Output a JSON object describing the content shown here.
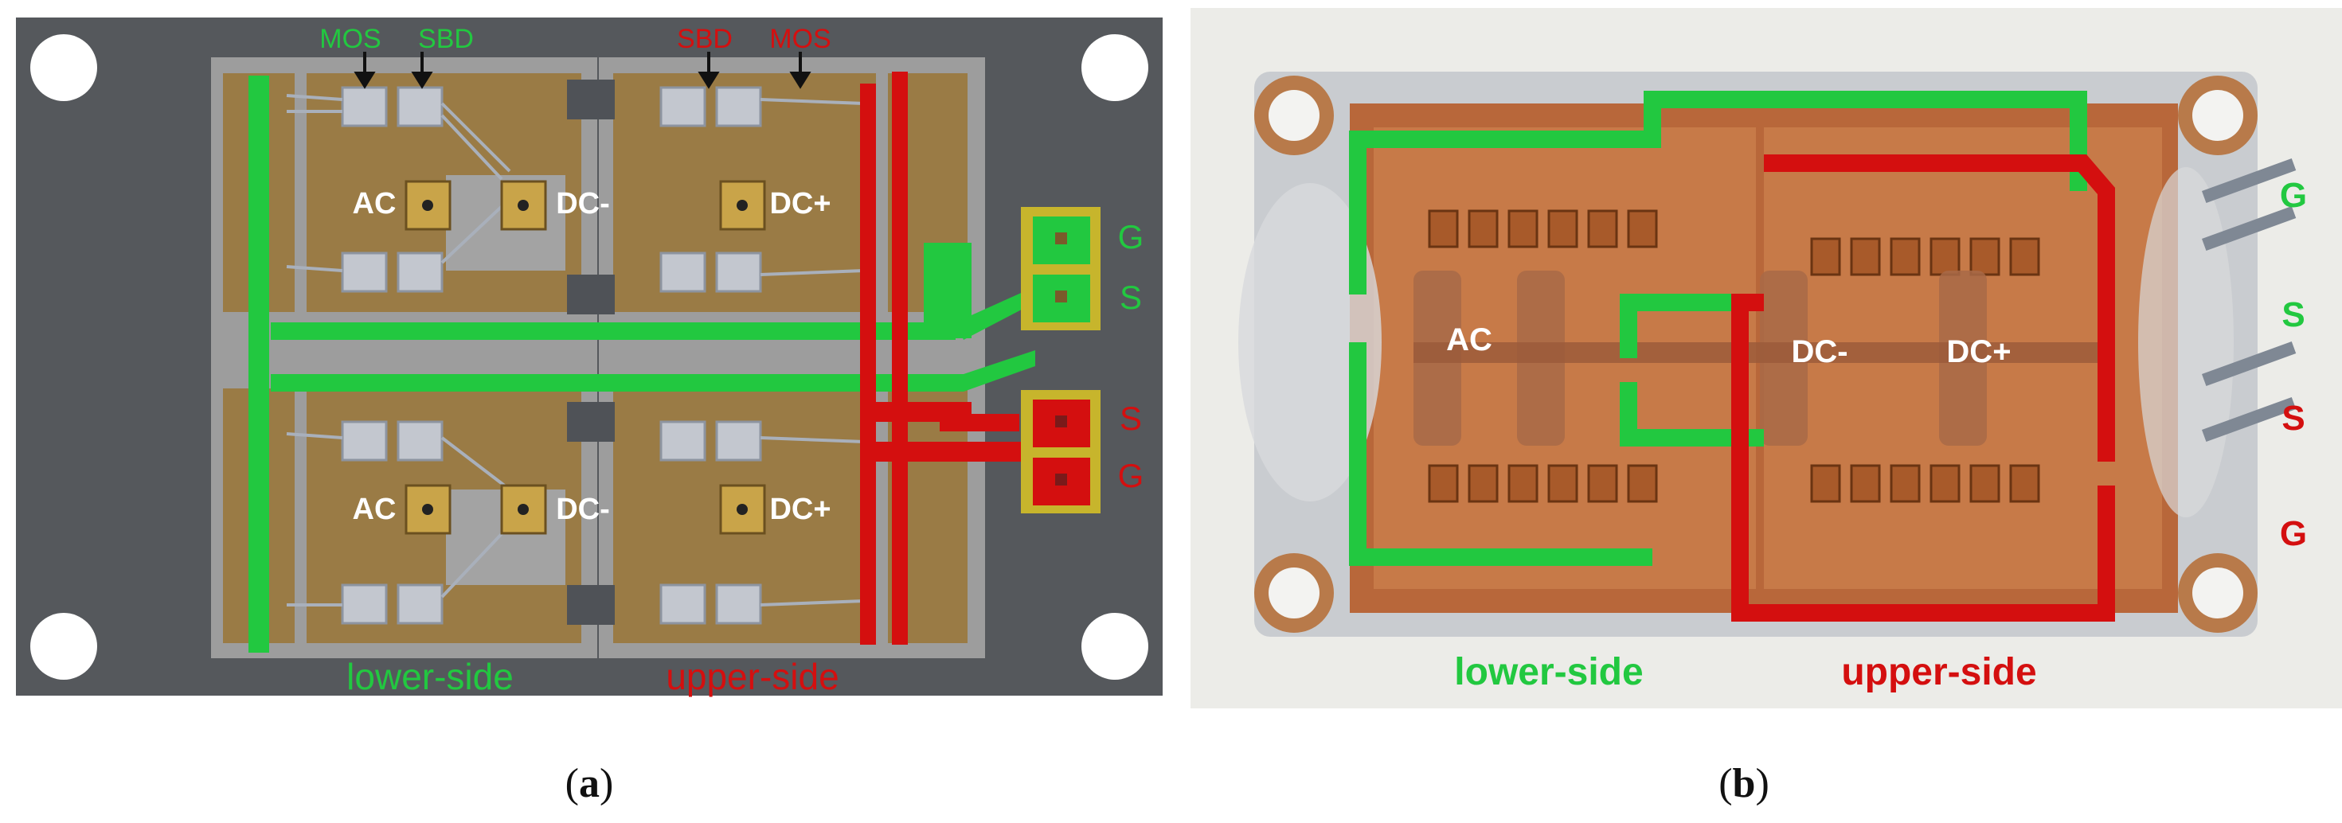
{
  "panel_a": {
    "top_labels": {
      "mos_left": "MOS",
      "sbd_left": "SBD",
      "sbd_right": "SBD",
      "mos_right": "MOS"
    },
    "terminals_top": {
      "ac": "AC",
      "dcm": "DC-",
      "dcp": "DC+"
    },
    "terminals_bottom": {
      "ac": "AC",
      "dcm": "DC-",
      "dcp": "DC+"
    },
    "pins": {
      "g_green": "G",
      "s_green": "S",
      "s_red": "S",
      "g_red": "G"
    },
    "side_labels": {
      "lower": "lower-side",
      "upper": "upper-side"
    }
  },
  "panel_b": {
    "terminals": {
      "ac": "AC",
      "dcm": "DC-",
      "dcp": "DC+"
    },
    "pins": {
      "g_green": "G",
      "s_green": "S",
      "s_red": "S",
      "g_red": "G"
    },
    "side_labels": {
      "lower": "lower-side",
      "upper": "upper-side"
    }
  },
  "captions": {
    "a_open": "(",
    "a_letter": "a",
    "a_close": ")",
    "b_open": "(",
    "b_letter": "b",
    "b_close": ")"
  },
  "colors": {
    "green": "#22c840",
    "red": "#d40f0f",
    "board": "#55585c",
    "copper": "#9a7b45"
  }
}
